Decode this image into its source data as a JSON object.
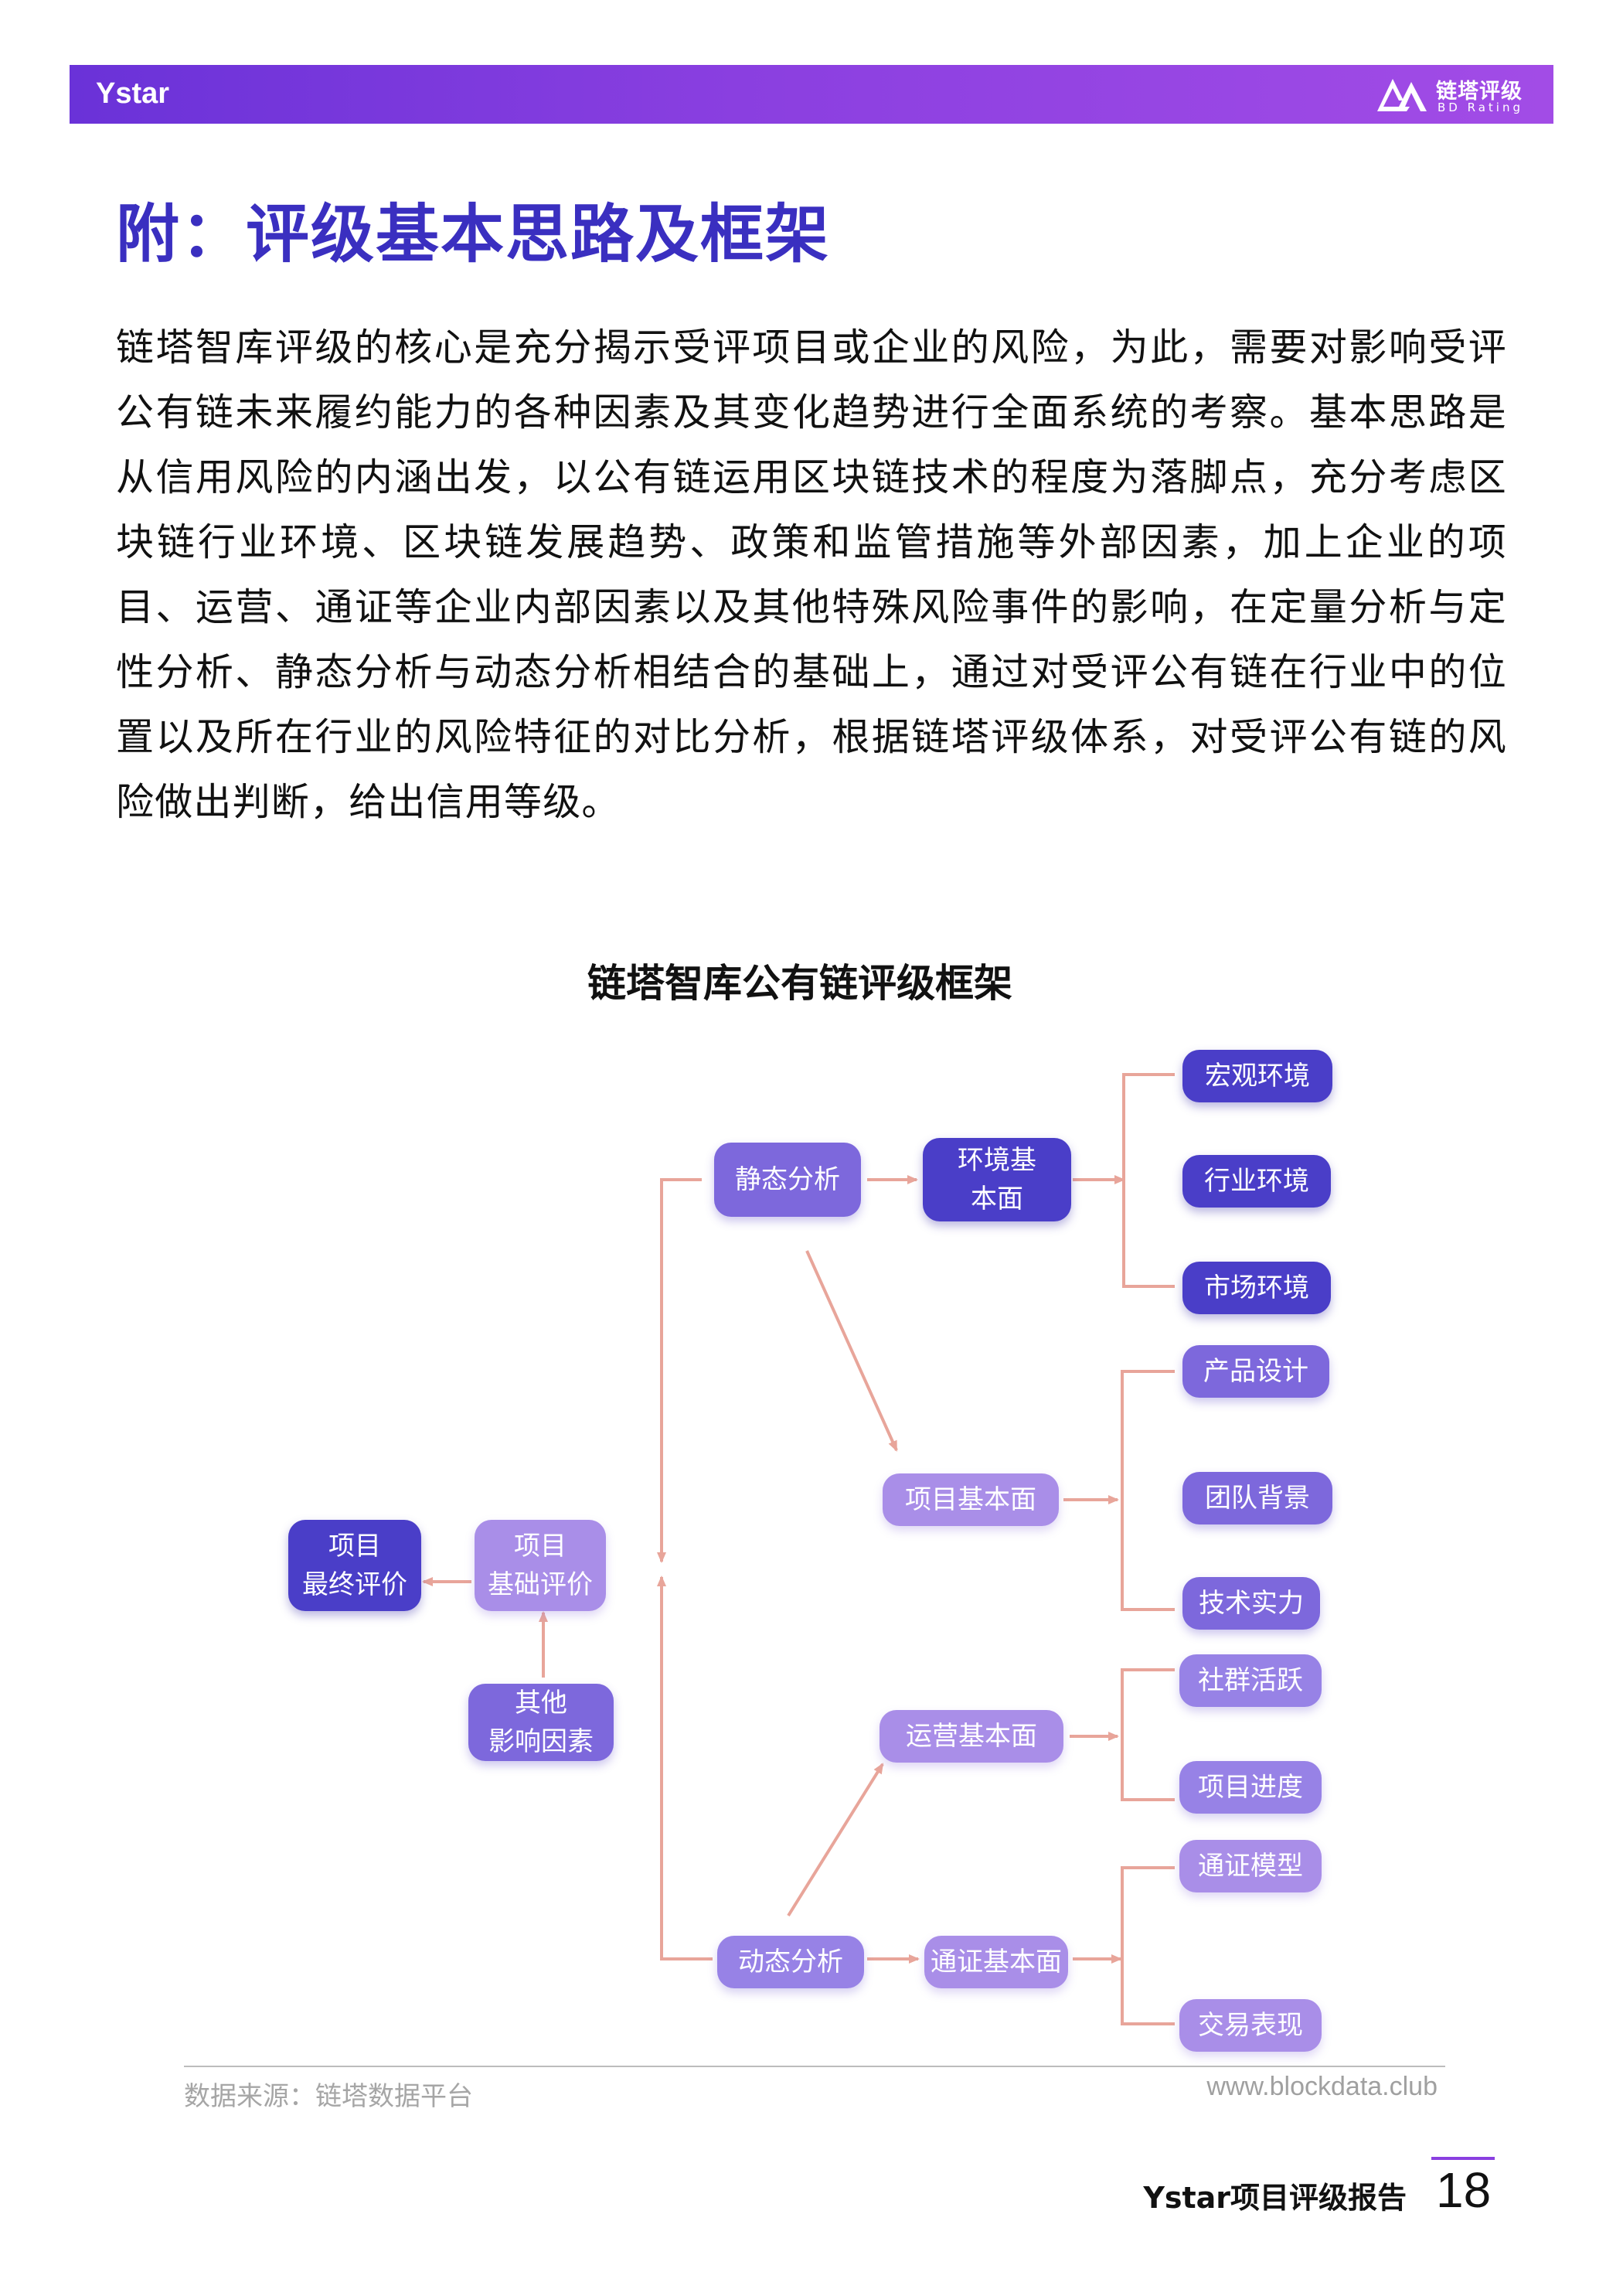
{
  "header": {
    "brand": "Ystar",
    "logo_cn": "链塔评级",
    "logo_en": "BD Rating"
  },
  "title": "附：评级基本思路及框架",
  "intro": "链塔智库评级的核心是充分揭示受评项目或企业的风险，为此，需要对影响受评公有链未来履约能力的各种因素及其变化趋势进行全面系统的考察。基本思路是从信用风险的内涵出发，以公有链运用区块链技术的程度为落脚点，充分考虑区块链行业环境、区块链发展趋势、政策和监管措施等外部因素，加上企业的项目、运营、通证等企业内部因素以及其他特殊风险事件的影响，在定量分析与定性分析、静态分析与动态分析相结合的基础上，通过对受评公有链在行业中的位置以及所在行业的风险特征的对比分析，根据链塔评级体系，对受评公有链的风险做出判断，给出信用等级。",
  "diagram": {
    "title": "链塔智库公有链评级框架",
    "nodes": {
      "final_rating": [
        "项目",
        "最终评价"
      ],
      "base_rating": [
        "项目",
        "基础评价"
      ],
      "other_factors": [
        "其他",
        "影响因素"
      ],
      "static_analysis": "静态分析",
      "dynamic_analysis": "动态分析",
      "environment": [
        "环境基",
        "本面"
      ],
      "project": "项目基本面",
      "operation": "运营基本面",
      "token": "通证基本面",
      "macro_env": "宏观环境",
      "industry_env": "行业环境",
      "market_env": "市场环境",
      "product_design": "产品设计",
      "team": "团队背景",
      "tech": "技术实力",
      "community": "社群活跃",
      "progress": "项目进度",
      "token_model": "通证模型",
      "trading": "交易表现"
    },
    "colors": {
      "arrow": "#e8a59a",
      "dark": "#4a3ec8",
      "mid": "#7d68dc",
      "light": "#9782e6",
      "pale": "#a98ee8"
    }
  },
  "source": "数据来源：链塔数据平台",
  "website": "www.blockdata.club",
  "footer": {
    "report_name": "Ystar项目评级报告",
    "page_number": "18"
  }
}
